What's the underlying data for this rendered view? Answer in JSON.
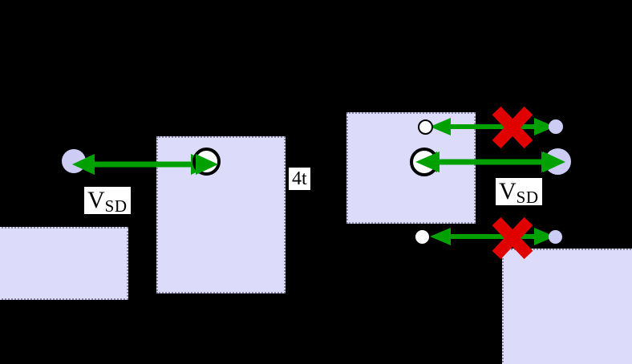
{
  "figure": {
    "background_color": "#000000",
    "band_fill_color": "#dcdcfa",
    "band_border_color": "#8a8aa8",
    "arrow_color": "#00a000",
    "blocked_color": "#e00000",
    "marker_lavender_color": "#ccccf5",
    "marker_white_color": "#ffffff",
    "marker_outline_color": "#000000"
  },
  "left_panel": {
    "name": "left-panel",
    "bands": [
      {
        "id": "left-lower-band",
        "label": ""
      },
      {
        "id": "left-upper-band",
        "label": ""
      }
    ],
    "labels": {
      "bias": {
        "main": "V",
        "sub": "SD"
      },
      "bandwidth": "4t"
    },
    "transition": {
      "id": "left-transition",
      "blocked": false,
      "direction": "double",
      "left_marker": "lavender-filled-circle",
      "right_marker": "white-circle-thick-outline"
    }
  },
  "right_panel": {
    "name": "right-panel",
    "bands": [
      {
        "id": "right-upper-band",
        "label": ""
      },
      {
        "id": "right-lower-band",
        "label": ""
      }
    ],
    "labels": {
      "bias": {
        "main": "V",
        "sub": "SD"
      }
    },
    "transitions": [
      {
        "id": "right-transition-top",
        "blocked": true,
        "direction": "double",
        "left_marker": "white-circle-thin-outline-small",
        "right_marker": "lavender-filled-circle-small"
      },
      {
        "id": "right-transition-middle",
        "blocked": false,
        "direction": "double",
        "left_marker": "white-circle-thick-outline",
        "right_marker": "lavender-filled-circle"
      },
      {
        "id": "right-transition-bottom",
        "blocked": true,
        "direction": "double",
        "left_marker": "white-plain-circle-small",
        "right_marker": "lavender-filled-circle-small"
      }
    ]
  }
}
